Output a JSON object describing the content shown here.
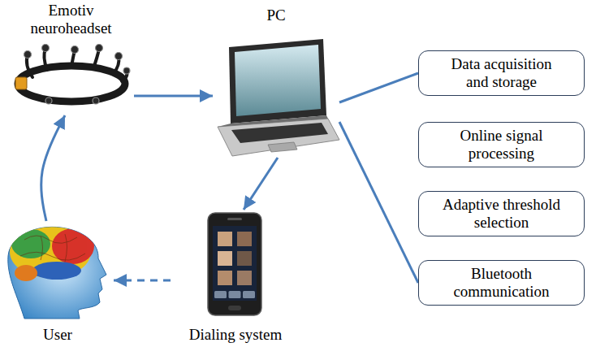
{
  "diagram": {
    "nodes": [
      {
        "text": [
          "Emotiv neuroheadset"
        ]
      },
      {
        "text": [
          "PC"
        ]
      },
      {
        "text": [
          "Data acquisition and storage"
        ]
      },
      {
        "text": [
          "Online signal processing"
        ]
      },
      {
        "text": [
          "Adaptive threshold selection"
        ]
      },
      {
        "text": [
          "Bluetooth communication"
        ]
      },
      {
        "text": [
          "User"
        ]
      },
      {
        "text": [
          "Dialing system"
        ]
      }
    ],
    "edges": [
      {
        "from": 0,
        "to": 1,
        "arrow": "to"
      },
      {
        "from": 1,
        "to": 2,
        "arrow": "none"
      },
      {
        "from": 1,
        "to": 5,
        "arrow": "none"
      },
      {
        "from": 1,
        "to": 7,
        "arrow": "to"
      },
      {
        "from": 7,
        "to": 6,
        "arrow": "to"
      },
      {
        "from": 6,
        "to": 0,
        "arrow": "to"
      }
    ]
  }
}
